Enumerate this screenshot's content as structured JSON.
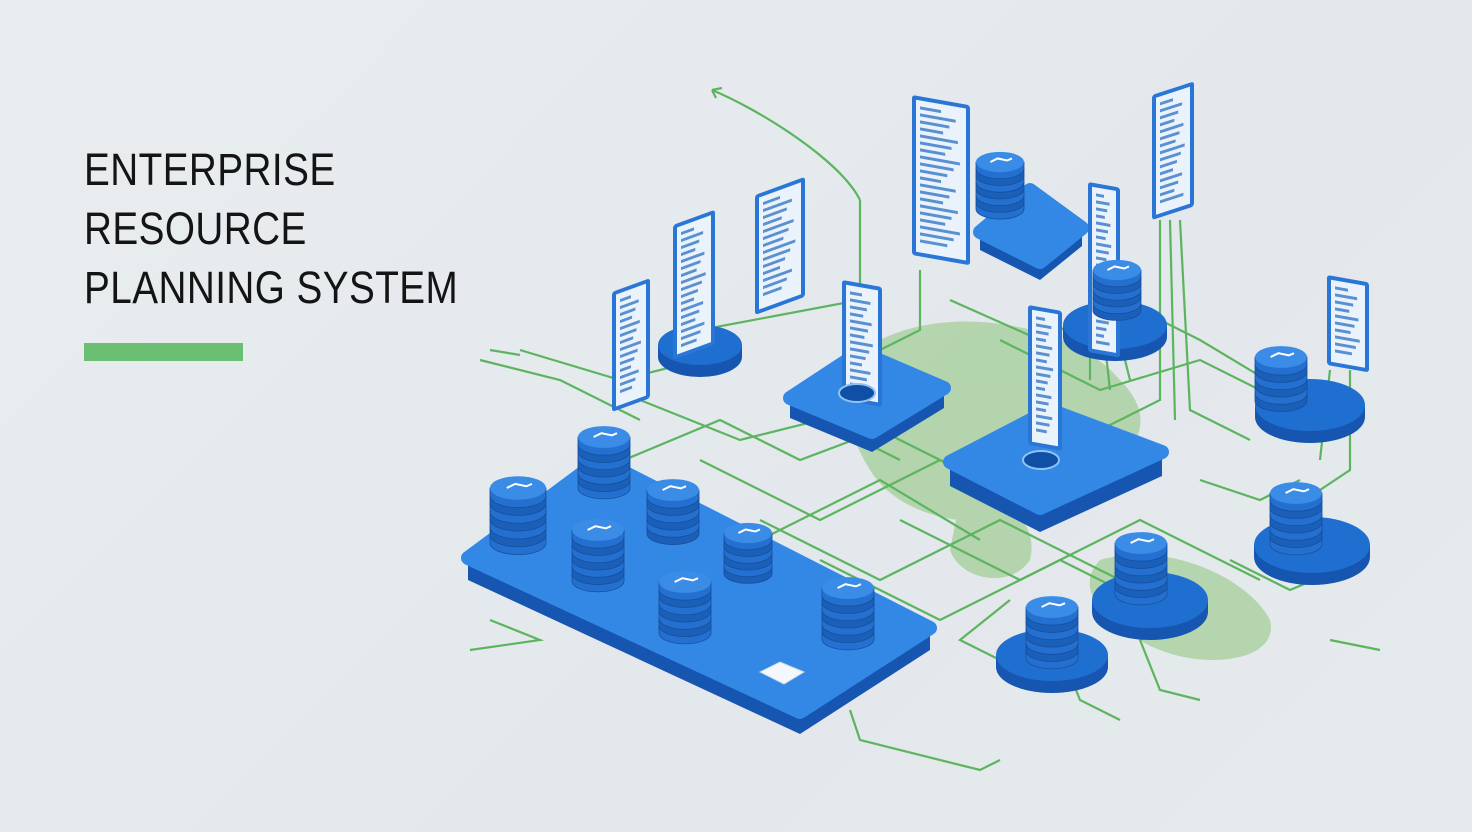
{
  "title": {
    "lines": [
      "ENTERPRISE",
      "RESOURCE",
      "PLANNING SYSTEM"
    ]
  },
  "colors": {
    "background": "#e6eaed",
    "title": "#141414",
    "accent_bar": "#6bbf73",
    "platform_blue": "#1f6fd0",
    "platform_top": "#3388e6",
    "connector_green": "#5cb45f"
  },
  "illustration": {
    "icons": [
      "database-icon",
      "server-platform-icon",
      "dashboard-panel-icon",
      "network-connector-icon"
    ]
  }
}
